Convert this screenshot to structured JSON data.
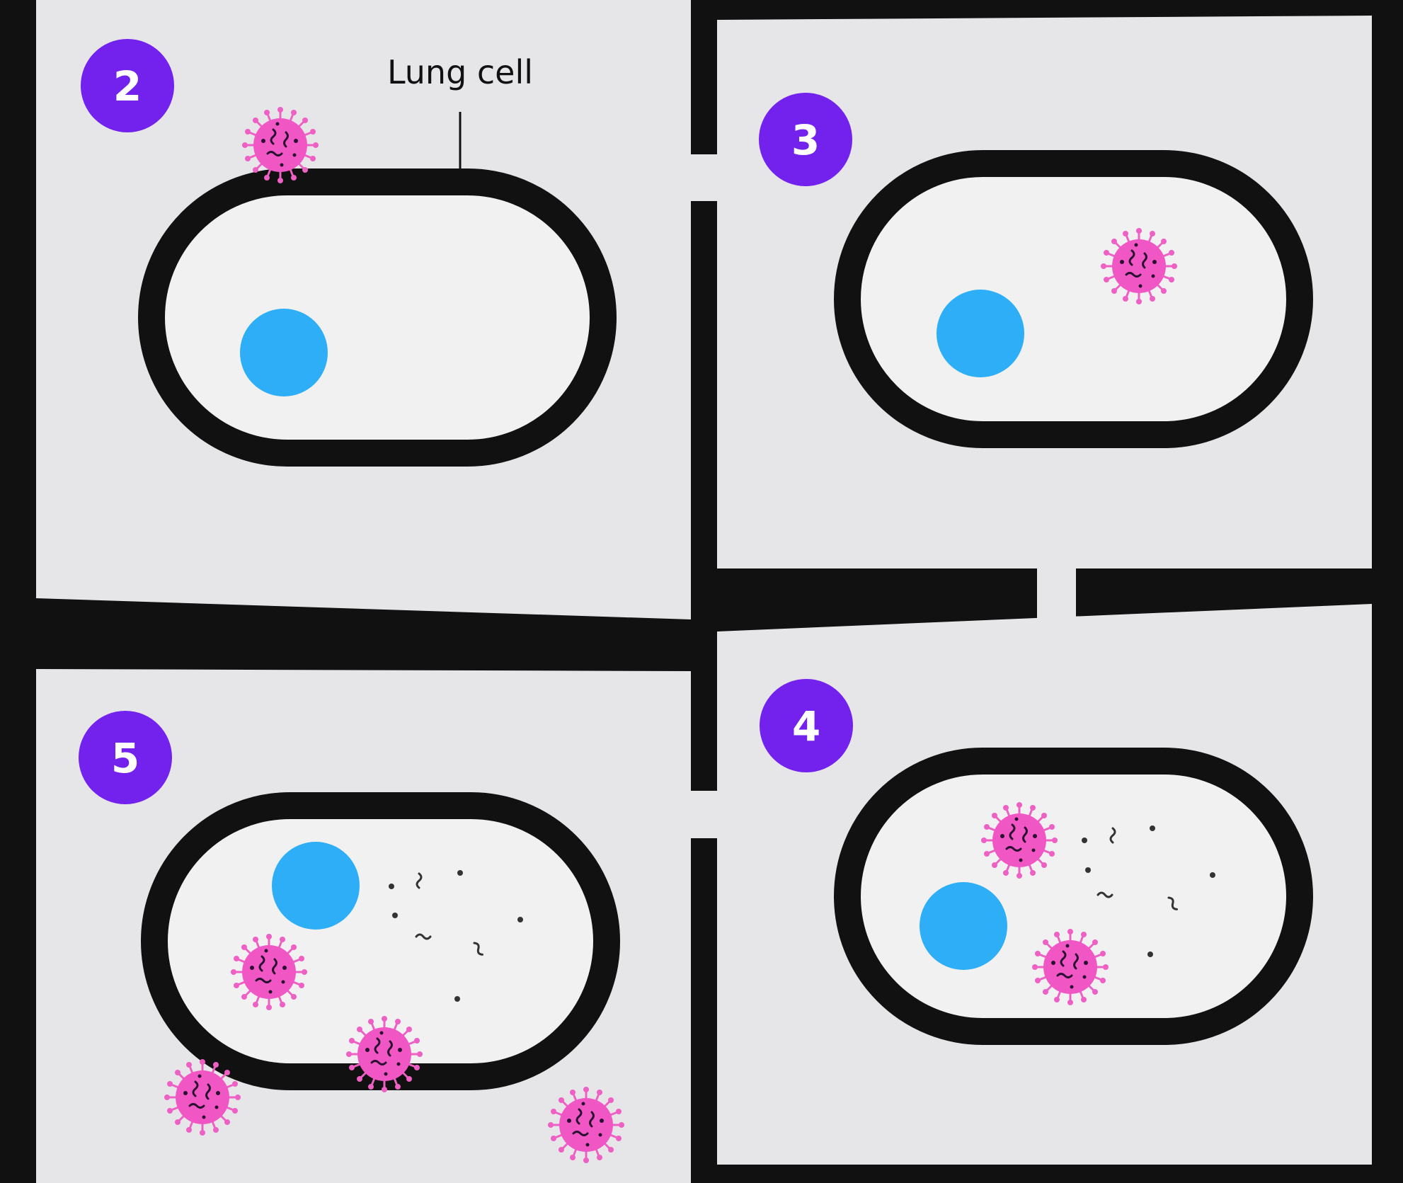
{
  "diagram": {
    "label": "Lung cell",
    "steps": [
      {
        "number": "2",
        "stage": "virus attaches to lung cell"
      },
      {
        "number": "3",
        "stage": "virus enters cell"
      },
      {
        "number": "4",
        "stage": "virus replicates inside cell"
      },
      {
        "number": "5",
        "stage": "new viruses released"
      }
    ]
  },
  "colors": {
    "background": "#111111",
    "panel": "#e6e6e9",
    "cell_fill": "#f1f1f2",
    "cell_membrane": "#111111",
    "nucleus": "#2eaef6",
    "virus": "#f157c4",
    "virus_spikes": "#ee60c4",
    "step_badge": "#7322ee"
  },
  "icons": {
    "virus": "coronavirus-icon",
    "nucleus": "nucleus-circle",
    "rna": "rna-squiggle"
  }
}
